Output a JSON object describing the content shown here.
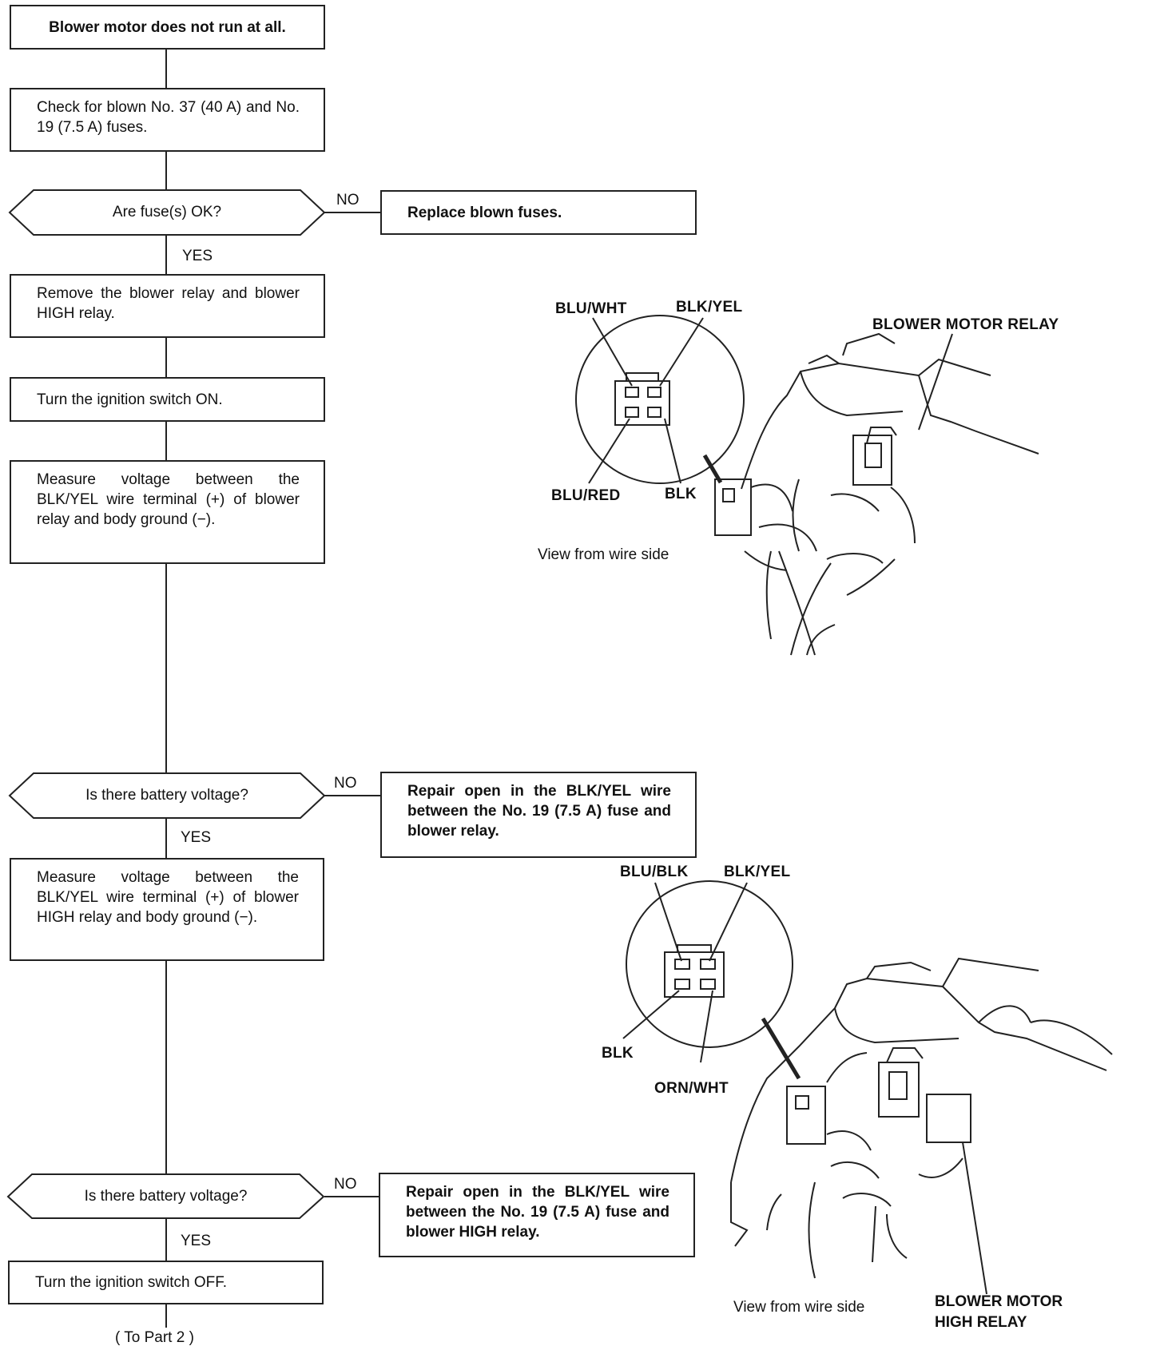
{
  "flow": {
    "start": "Blower motor does not run at all.",
    "check_fuses": "Check for blown No. 37 (40 A) and No. 19 (7.5 A) fuses.",
    "q_fuses_ok": "Are fuse(s) OK?",
    "replace_fuses": "Replace blown fuses.",
    "remove_relays": "Remove the blower relay and blower HIGH relay.",
    "ignition_on": "Turn the ignition switch ON.",
    "measure_blower_relay": "Measure voltage between the BLK/YEL wire terminal (+) of blower relay and body ground (−).",
    "q_battery_voltage_1": "Is there battery voltage?",
    "repair_open_1": "Repair open in the BLK/YEL wire between the No. 19 (7.5 A) fuse and blower relay.",
    "measure_high_relay": "Measure voltage between the BLK/YEL wire terminal (+) of blower HIGH relay and body ground (−).",
    "q_battery_voltage_2": "Is there battery voltage?",
    "repair_open_2": "Repair open in the BLK/YEL wire between the No. 19 (7.5 A) fuse and blower HIGH relay.",
    "ignition_off": "Turn the ignition switch OFF.",
    "to_part_2": "( To Part 2 )",
    "yes": "YES",
    "no": "NO"
  },
  "figure_1": {
    "wire_top_left": "BLU/WHT",
    "wire_top_right": "BLK/YEL",
    "wire_bottom_left": "BLU/RED",
    "wire_bottom_right": "BLK",
    "caption": "View from wire side",
    "component": "BLOWER MOTOR RELAY"
  },
  "figure_2": {
    "wire_top_left": "BLU/BLK",
    "wire_top_right": "BLK/YEL",
    "wire_bottom_left": "BLK",
    "wire_bottom_right": "ORN/WHT",
    "caption": "View from wire side",
    "component_line1": "BLOWER MOTOR",
    "component_line2": "HIGH RELAY"
  }
}
